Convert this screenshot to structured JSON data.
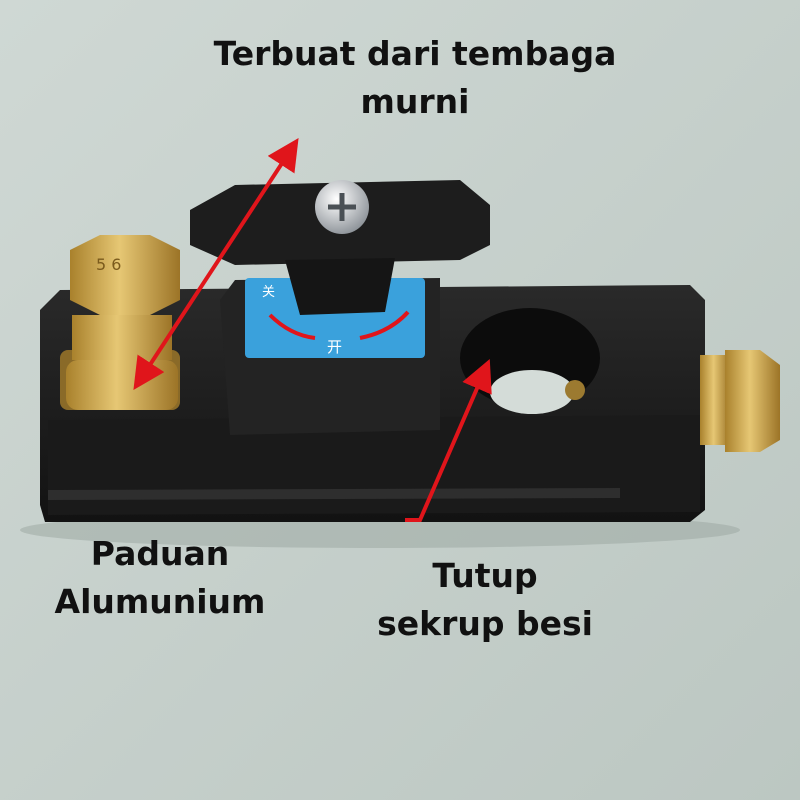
{
  "annotations": {
    "copper": {
      "line1": "Terbuat dari tembaga",
      "line2": "murni"
    },
    "alloy": {
      "line1": "Paduan",
      "line2": "Alumunium"
    },
    "screw": {
      "line1": "Tutup",
      "line2": "sekrup besi"
    }
  },
  "dial": {
    "top_char": "关",
    "bottom_char": "开"
  },
  "colors": {
    "background": "#c5d0cb",
    "body": "#1c1c1c",
    "brass": "#c9a24a",
    "dial_plate": "#3aa1dc",
    "arrow": "#e0151b"
  }
}
